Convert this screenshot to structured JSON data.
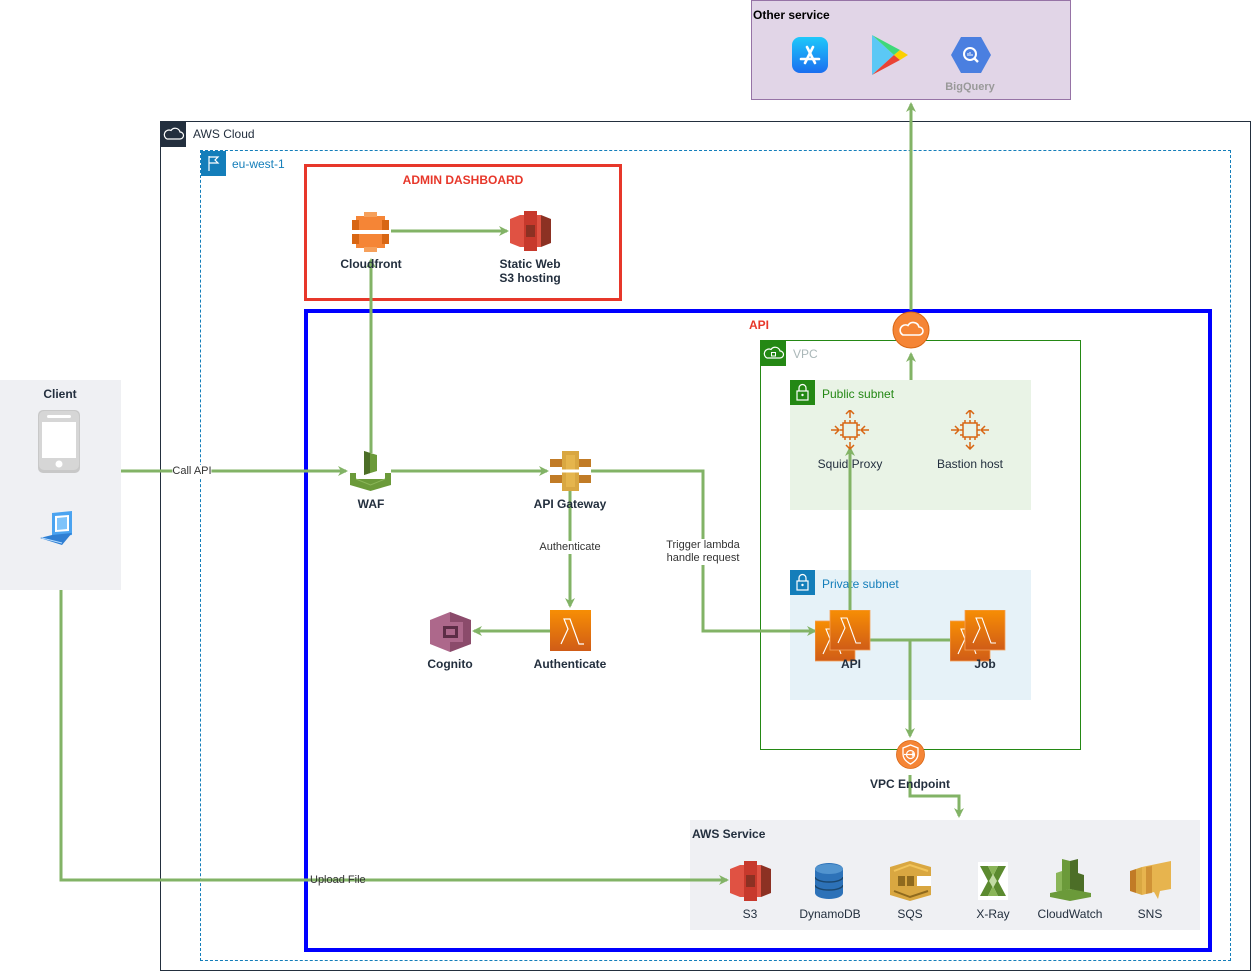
{
  "groups": {
    "other_service": {
      "title": "Other service",
      "bg": "#e1d5e7",
      "border": "#9673a6"
    },
    "aws_cloud": {
      "title": "AWS Cloud"
    },
    "region": {
      "title": "eu-west-1",
      "color": "#147eba"
    },
    "admin_dashboard": {
      "title": "ADMIN DASHBOARD",
      "color": "#e7372a"
    },
    "api": {
      "title": "API",
      "border": "#0000ff",
      "title_color": "#e7372a"
    },
    "vpc": {
      "title": "VPC",
      "color": "#248814"
    },
    "public_subnet": {
      "title": "Public subnet"
    },
    "private_subnet": {
      "title": "Private subnet"
    },
    "client": {
      "title": "Client"
    },
    "aws_service": {
      "title": "AWS Service"
    }
  },
  "nodes": {
    "app_store": {
      "label": ""
    },
    "google_play": {
      "label": ""
    },
    "bigquery": {
      "label": "BigQuery"
    },
    "cloudfront": {
      "label": "Cloudfront"
    },
    "static_web": {
      "label": "Static Web\nS3 hosting",
      "line1": "Static Web",
      "line2": "S3 hosting"
    },
    "waf": {
      "label": "WAF"
    },
    "api_gateway": {
      "label": "API Gateway"
    },
    "cognito": {
      "label": "Cognito"
    },
    "auth_lambda": {
      "label": "Authenticate"
    },
    "internet_gateway": {
      "label": ""
    },
    "squid_proxy": {
      "label": "Squid Proxy"
    },
    "bastion_host": {
      "label": "Bastion host"
    },
    "api_lambda": {
      "label": "API"
    },
    "job_lambda": {
      "label": "Job"
    },
    "vpc_endpoint": {
      "label": "VPC Endpoint"
    },
    "mobile": {
      "label": ""
    },
    "laptop": {
      "label": ""
    },
    "s3": {
      "label": "S3"
    },
    "dynamodb": {
      "label": "DynamoDB"
    },
    "sqs": {
      "label": "SQS"
    },
    "xray": {
      "label": "X-Ray"
    },
    "cloudwatch": {
      "label": "CloudWatch"
    },
    "sns": {
      "label": "SNS"
    }
  },
  "edges": {
    "call_api": {
      "label": "Call API"
    },
    "authenticate": {
      "label": "Authenticate"
    },
    "trigger_lambda": {
      "label": "Trigger lambda",
      "label2": "handle request"
    },
    "upload_file": {
      "label": "Upload File"
    }
  },
  "colors": {
    "edge": "#82b366"
  }
}
